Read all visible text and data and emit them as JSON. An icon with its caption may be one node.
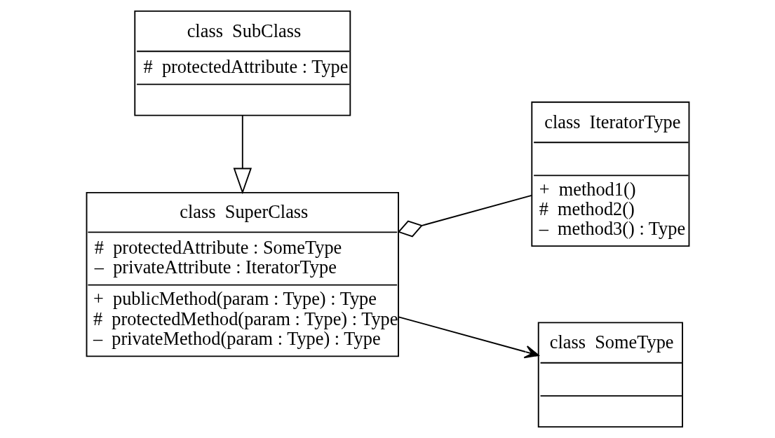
{
  "diagram": {
    "nodes": [
      {
        "text": [
          "class  SuperClass",
          "#  protectedAttribute : SomeType",
          "–  privateAttribute : IteratorType",
          "+  publicMethod(param : Type) : Type",
          "#  protectedMethod(param : Type) : Type",
          "–  privateMethod(param : Type) : Type"
        ]
      },
      {
        "text": [
          "class  IteratorType",
          "+  method1()",
          "#  method2()",
          "–  method3() : Type"
        ]
      },
      {
        "text": [
          "class  SomeType"
        ]
      },
      {
        "text": [
          "class  SubClass",
          "#  protectedAttribute : Type"
        ]
      }
    ],
    "edges": [
      {
        "from": 0,
        "to": 1,
        "arrow": "other"
      },
      {
        "from": 0,
        "to": 2,
        "arrow": "to"
      },
      {
        "from": 3,
        "to": 0,
        "arrow": "to"
      }
    ]
  }
}
